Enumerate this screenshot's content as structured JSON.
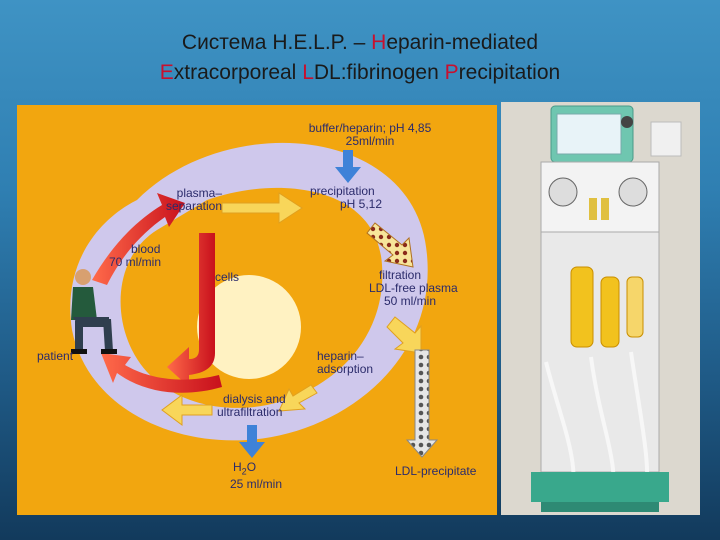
{
  "slide": {
    "title_line1": "Система H.E.L.P. – Heparin-mediated",
    "title_line2": "Extracorporeal LDL:fibrinogen Precipitation"
  },
  "diagram": {
    "buffer": "buffer/heparin; pH 4,85",
    "buffer_rate": "25ml/min",
    "plasma_sep_1": "plasma–",
    "plasma_sep_2": "separation",
    "precipitation": "precipitation",
    "precipitation_ph": "pH 5,12",
    "blood": "blood",
    "blood_rate": "70 ml/min",
    "cells": "cells",
    "filtration": "filtration",
    "ldl_free_1": "LDL-free plasma",
    "ldl_free_2": "50 ml/min",
    "patient": "patient",
    "heparin_1": "heparin–",
    "heparin_2": "adsorption",
    "dialysis_1": "dialysis and",
    "dialysis_2": "ultrafiltration",
    "h2o_rate": "25 ml/min",
    "ldl_precipitate": "LDL-precipitate"
  },
  "colors": {
    "panel_bg": "#f2a60f",
    "ring": "#cfc8ec",
    "center": "#fff2c2",
    "arrow_red": "#d8202a",
    "arrow_yellow": "#f8d65a",
    "arrow_blue": "#3e82d8",
    "text": "#2b2b6b",
    "title_accent": "#c8102e"
  }
}
